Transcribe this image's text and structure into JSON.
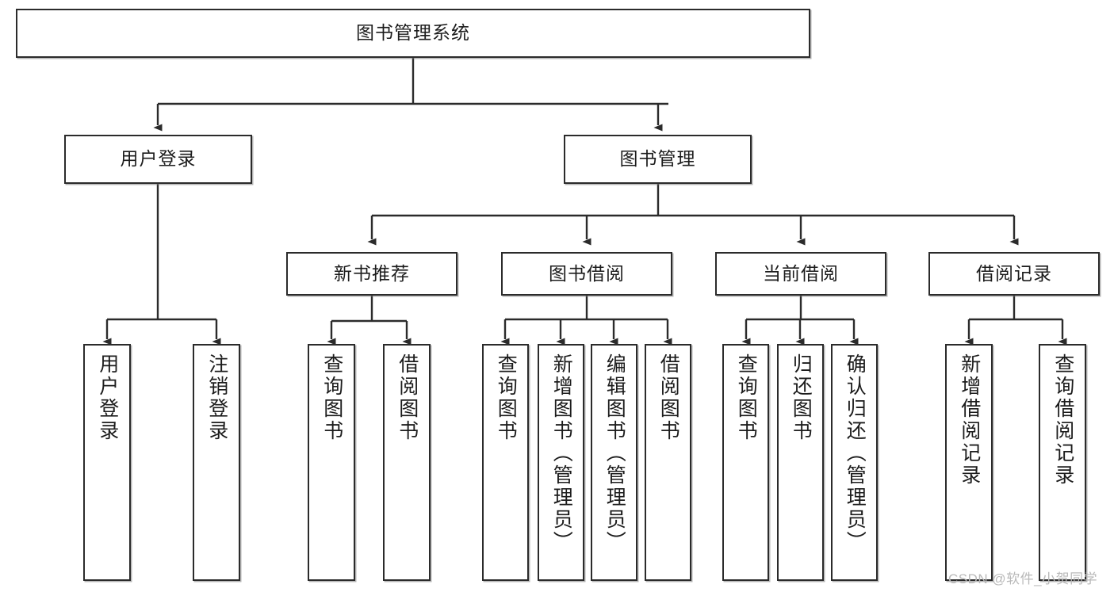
{
  "diagram": {
    "title": "图书管理系统",
    "type": "tree",
    "watermark": "CSDN @软件_小贺同学",
    "colors": {
      "background": "#ffffff",
      "box_border": "#2b2b2b",
      "box_fill": "#ffffff",
      "edge": "#2b2b2b",
      "text": "#1c1c1c",
      "watermark": "#b9b9b9"
    },
    "levels": {
      "root": "图书管理系统",
      "level2": [
        "用户登录",
        "图书管理"
      ],
      "level3": [
        "新书推荐",
        "图书借阅",
        "当前借阅",
        "借阅记录"
      ]
    },
    "nodes": {
      "root": {
        "label": "图书管理系统"
      },
      "user_login": {
        "label": "用户登录"
      },
      "book_manage": {
        "label": "图书管理"
      },
      "new_book_rec": {
        "label": "新书推荐"
      },
      "book_borrow": {
        "label": "图书借阅"
      },
      "current_borrow": {
        "label": "当前借阅"
      },
      "borrow_record": {
        "label": "借阅记录"
      },
      "leaf_user_login": {
        "label": "用户登录"
      },
      "leaf_user_logout": {
        "label": "注销登录"
      },
      "leaf_rec_query": {
        "label": "查询图书"
      },
      "leaf_rec_borrow": {
        "label": "借阅图书"
      },
      "leaf_borrow_query": {
        "label": "查询图书"
      },
      "leaf_borrow_add": {
        "label": "新增图书（管理员）"
      },
      "leaf_borrow_edit": {
        "label": "编辑图书（管理员）"
      },
      "leaf_borrow_lend": {
        "label": "借阅图书"
      },
      "leaf_cur_query": {
        "label": "查询图书"
      },
      "leaf_cur_return": {
        "label": "归还图书"
      },
      "leaf_cur_confirm": {
        "label": "确认归还（管理员）"
      },
      "leaf_rec_add": {
        "label": "新增借阅记录"
      },
      "leaf_rec_query2": {
        "label": "查询借阅记录"
      }
    }
  }
}
